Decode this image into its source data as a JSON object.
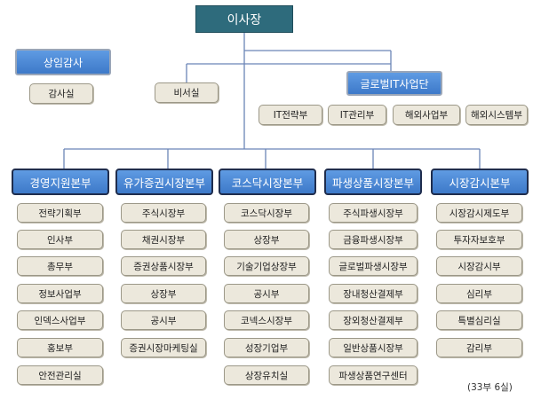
{
  "chairman": "이사장",
  "auditor": "상임감사",
  "audit_office": "감사실",
  "secretariat": "비서실",
  "global_it": {
    "title": "글로벌IT사업단",
    "departments": [
      "IT전략부",
      "IT관리부",
      "해외사업부",
      "해외시스템부"
    ]
  },
  "divisions": [
    {
      "title": "경영지원본부",
      "departments": [
        "전략기획부",
        "인사부",
        "총무부",
        "정보사업부",
        "인덱스사업부",
        "홍보부",
        "안전관리실"
      ]
    },
    {
      "title": "유가증권시장본부",
      "departments": [
        "주식시장부",
        "채권시장부",
        "증권상품시장부",
        "상장부",
        "공시부",
        "증권시장마케팅실"
      ]
    },
    {
      "title": "코스닥시장본부",
      "departments": [
        "코스닥시장부",
        "상장부",
        "기술기업상장부",
        "공시부",
        "코넥스시장부",
        "성장기업부",
        "상장유치실"
      ]
    },
    {
      "title": "파생상품시장본부",
      "departments": [
        "주식파생시장부",
        "금융파생시장부",
        "글로벌파생시장부",
        "장내청산결제부",
        "장외청산결제부",
        "일반상품시장부",
        "파생상품연구센터"
      ]
    },
    {
      "title": "시장감시본부",
      "departments": [
        "시장감시제도부",
        "투자자보호부",
        "시장감시부",
        "심리부",
        "특별심리실",
        "감리부"
      ]
    }
  ],
  "footnote": "(33부 6실)"
}
